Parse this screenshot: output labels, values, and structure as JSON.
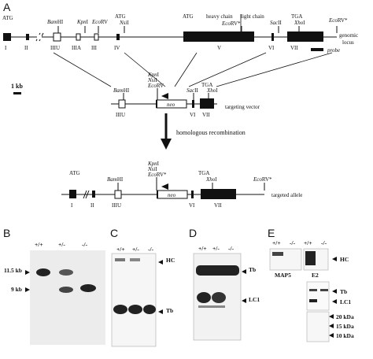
{
  "panel_labels": {
    "A": "A",
    "B": "B",
    "C": "C",
    "D": "D",
    "E": "E"
  },
  "genomic": {
    "exons": [
      "I",
      "II",
      "IIIU",
      "IIIA",
      "III",
      "IV",
      "V",
      "VI",
      "VII"
    ],
    "sites": {
      "atg1": "ATG",
      "bam": "Bam",
      "bam_suffix": "HI",
      "kpn": "Kpn",
      "kpn_suffix": "I",
      "eco": "Eco",
      "eco_suffix": "RV",
      "atg2": "ATG",
      "nsi": "Nsi",
      "nsi_suffix": "I",
      "atg3": "ATG",
      "heavy": "heavy chain",
      "light": "light chain",
      "eco_star": "Eco",
      "eco_star_suffix": "RV*",
      "tga": "TGA",
      "sac": "Sac",
      "sac_suffix": "II",
      "xho": "Xho",
      "xho_suffix": "I",
      "eco_end": "Eco",
      "eco_end_suffix": "RV*"
    },
    "label_line1": "genomic",
    "label_line2": "locus",
    "probe": "probe"
  },
  "scale": "1 kb",
  "targeting": {
    "bam": "Bam",
    "bam_suffix": "HI",
    "kpn": "Kpn",
    "kpn_suffix": "I",
    "nsi": "Nsi",
    "nsi_suffix": "I",
    "eco": "Eco",
    "eco_suffix": "RV",
    "sac": "Sac",
    "sac_suffix": "II",
    "tga": "TGA",
    "xho": "Xho",
    "xho_suffix": "I",
    "neo": "neo",
    "exons": [
      "IIIU",
      "VI",
      "VII"
    ],
    "label": "targeting vector"
  },
  "arrow_label": "homologous recombination",
  "allele": {
    "atg": "ATG",
    "bam": "Bam",
    "bam_suffix": "HI",
    "kpn": "Kpn",
    "kpn_suffix": "I",
    "nsi": "Nsi",
    "nsi_suffix": "I",
    "eco": "Eco",
    "eco_suffix": "RV*",
    "tga": "TGA",
    "xho": "Xho",
    "xho_suffix": "I",
    "eco2": "Eco",
    "eco2_suffix": "RV*",
    "neo": "neo",
    "exons": [
      "I",
      "II",
      "IIIU",
      "VI",
      "VII"
    ],
    "label": "targeted allele"
  },
  "blots": {
    "B": {
      "lanes": [
        "+/+",
        "+/-",
        "-/-"
      ],
      "markers": [
        "11.5 kb",
        "9 kb"
      ]
    },
    "C": {
      "lanes": [
        "+/+",
        "+/-",
        "-/-"
      ],
      "bands": [
        "HC",
        "Tb"
      ]
    },
    "D": {
      "lanes": [
        "+/+",
        "+/-",
        "-/-"
      ],
      "bands": [
        "Tb",
        "LC1"
      ]
    },
    "E": {
      "lanes": [
        "+/+",
        "-/-",
        "+/+",
        "-/-"
      ],
      "bands": [
        "HC",
        "Tb",
        "LC1"
      ],
      "sub": [
        "MAP5",
        "E2"
      ],
      "markers": [
        "20 kDa",
        "15 kDa",
        "10 kDa"
      ]
    }
  }
}
